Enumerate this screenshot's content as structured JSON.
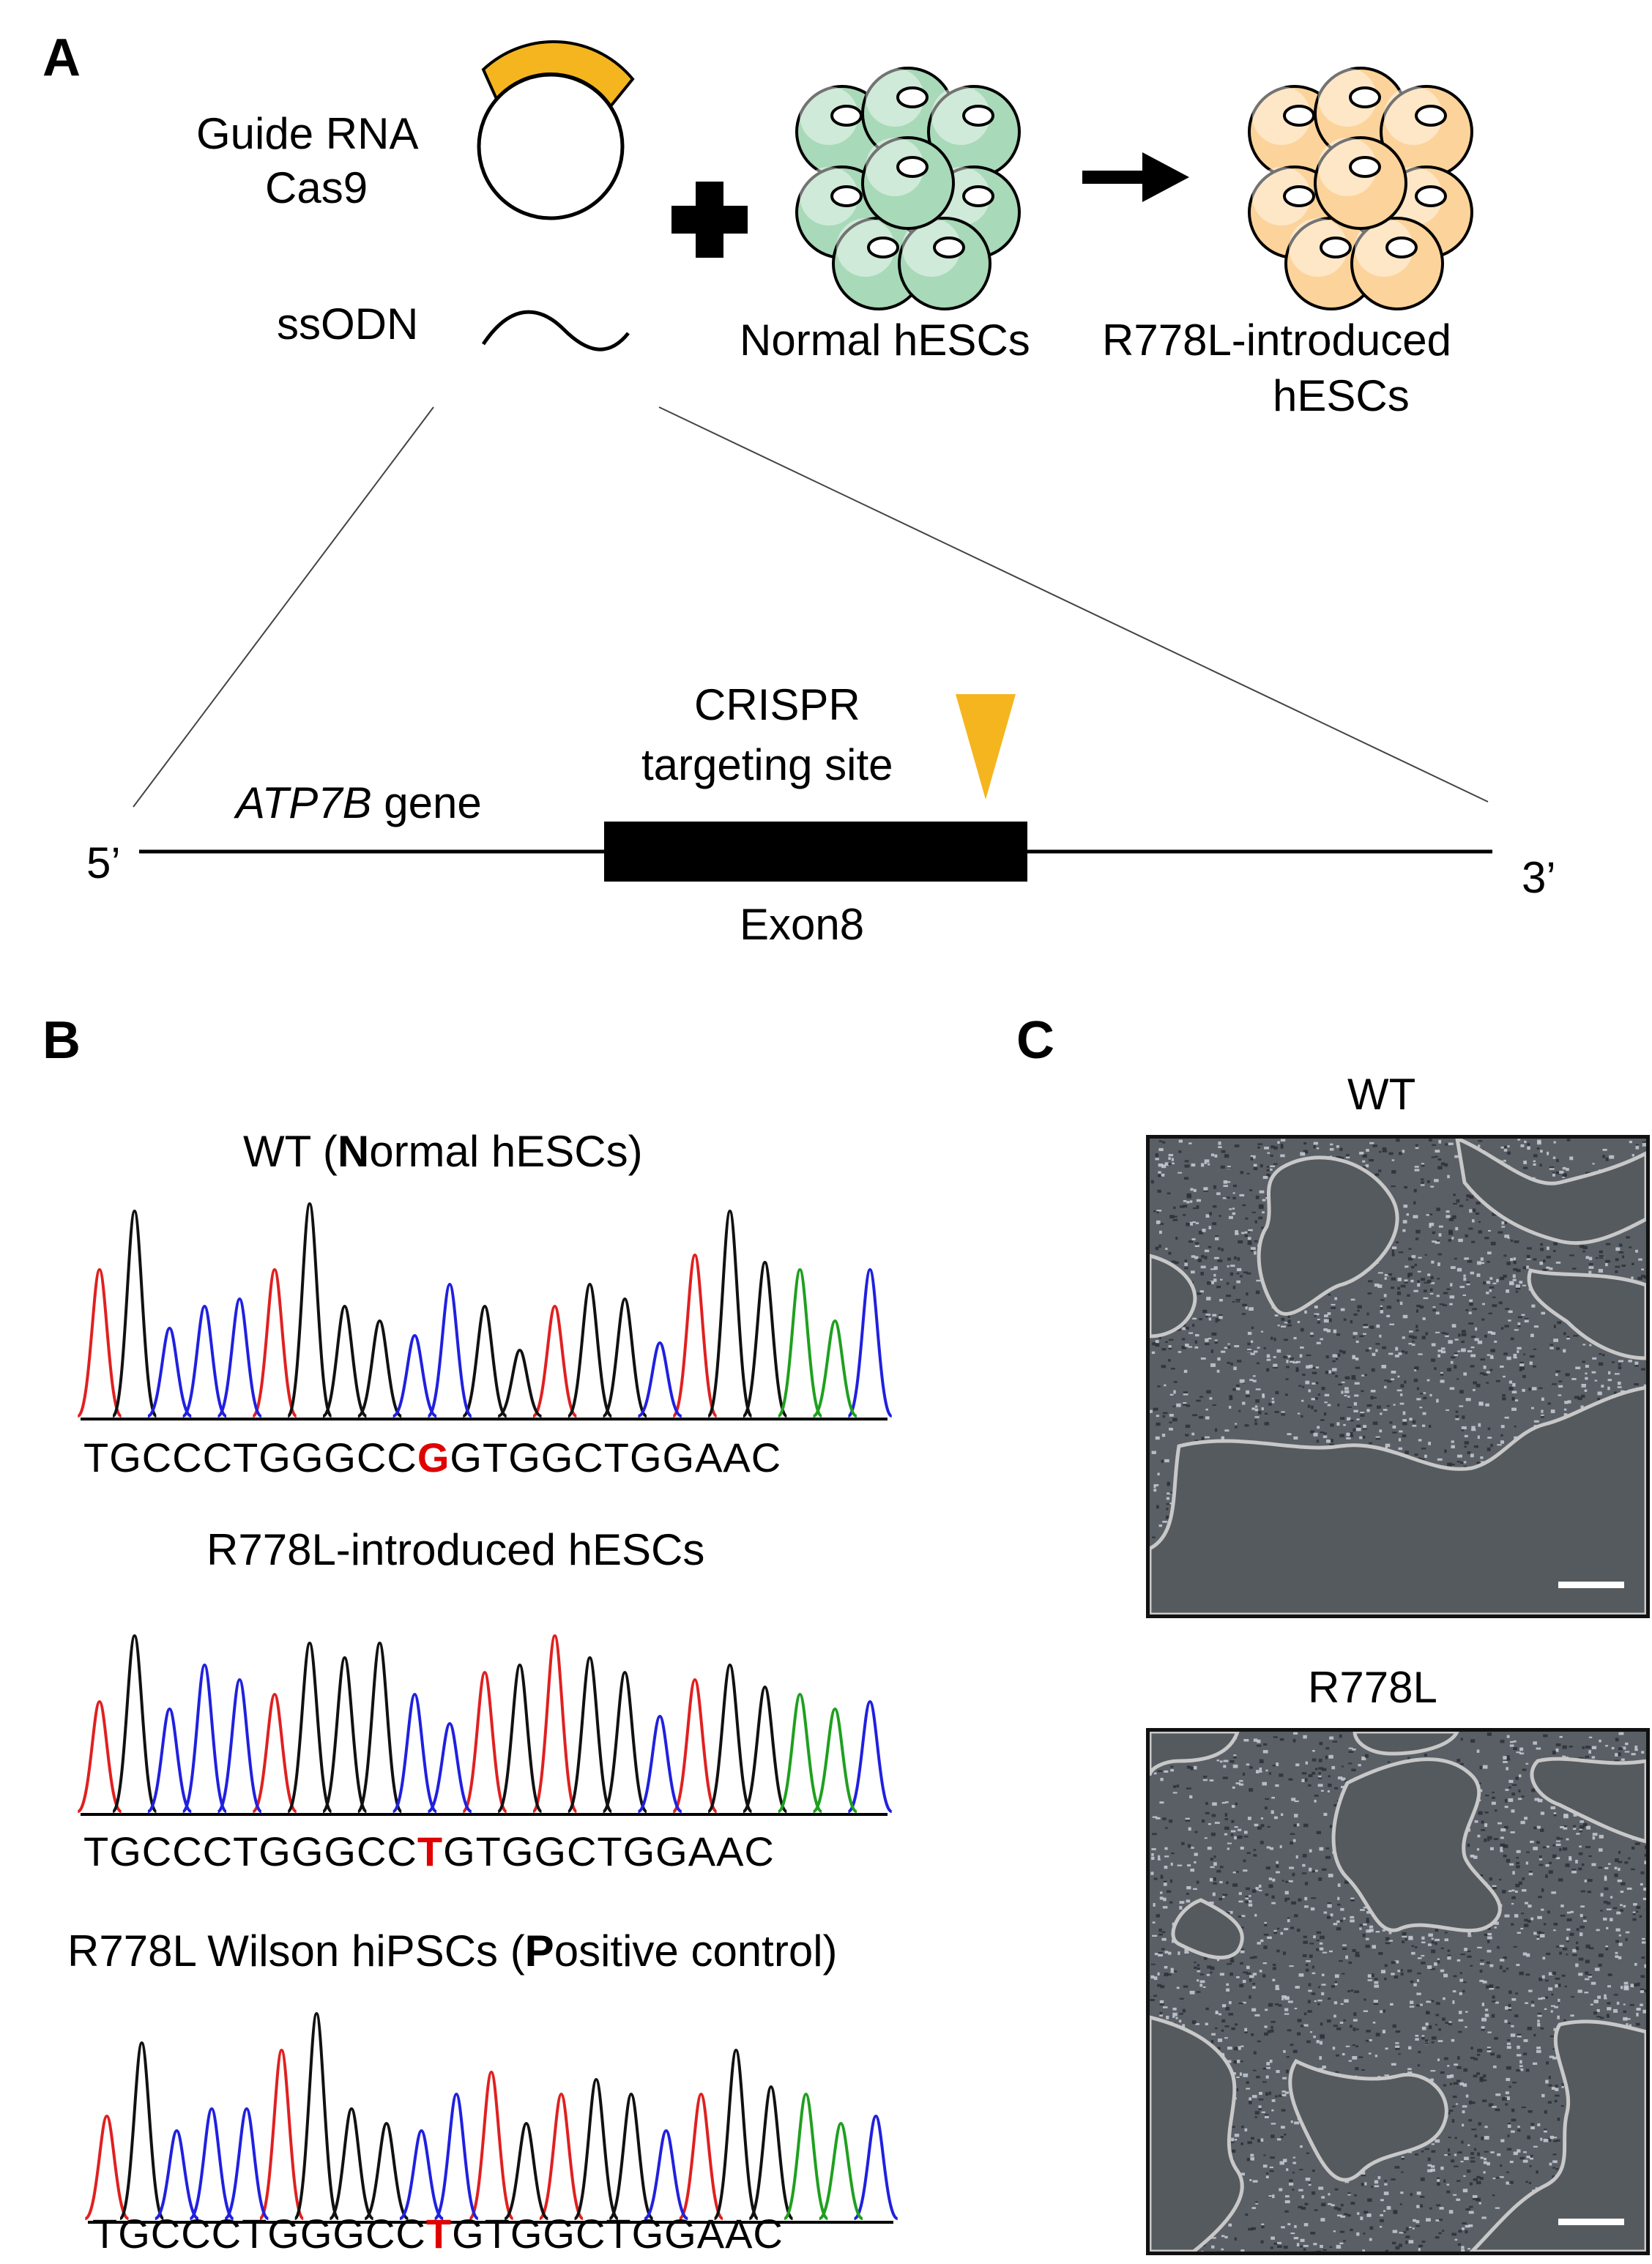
{
  "panels": {
    "a": "A",
    "b": "B",
    "c": "C"
  },
  "panel_a": {
    "plasmid_label_line1": "Guide RNA",
    "plasmid_label_line2": "Cas9",
    "ssodn_label": "ssODN",
    "plus": "+",
    "normal_label": "Normal hESCs",
    "mutant_label_line1": "R778L-introduced",
    "mutant_label_line2": "hESCs",
    "gene_label_italic": "ATP7B",
    "gene_label_rest": " gene",
    "five_prime": "5’",
    "three_prime": "3’",
    "crispr_line1": "CRISPR",
    "crispr_line2": "targeting site",
    "exon_label": "Exon8",
    "colors": {
      "insert": "#f5b51e",
      "normal_cell": "#a8d9b8",
      "mutant_cell": "#fcd39a"
    }
  },
  "panel_b": {
    "traces": [
      {
        "title_parts": [
          "WT (",
          "N",
          "ormal hESCs)"
        ],
        "seq_pre": "TGCCCTGGGCC",
        "seq_mut": "G",
        "seq_post": "GTGGCTGGAAC"
      },
      {
        "title_parts": [
          "R778L-introduced hESCs",
          "",
          ""
        ],
        "seq_pre": "TGCCCTGGGCC",
        "seq_mut": "T",
        "seq_post": "GTGGCTGGAAC"
      },
      {
        "title_parts": [
          "R778L Wilson hiPSCs (",
          "P",
          "ositive control)"
        ],
        "seq_pre": "TGCCCTGGGCC",
        "seq_mut": "T",
        "seq_post": "GTGGCTGGAAC"
      }
    ],
    "base_colors": {
      "A": "#1fa01f",
      "C": "#2020e0",
      "G": "#111111",
      "T": "#e02020"
    }
  },
  "panel_c": {
    "wt_title": "WT",
    "mut_title": "R778L"
  }
}
